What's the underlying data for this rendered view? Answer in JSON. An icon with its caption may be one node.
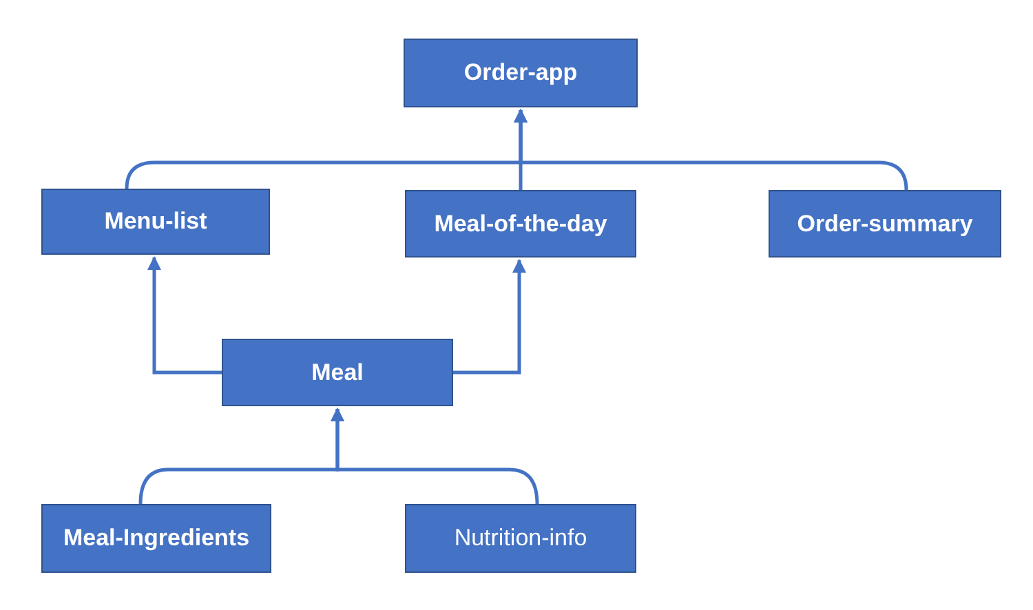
{
  "diagram": {
    "nodes": [
      {
        "text": [
          "Order-app"
        ]
      },
      {
        "text": [
          "Menu-list"
        ]
      },
      {
        "text": [
          "Meal-of-the-day"
        ]
      },
      {
        "text": [
          "Order-summary"
        ]
      },
      {
        "text": [
          "Meal"
        ]
      },
      {
        "text": [
          "Meal-Ingredients"
        ]
      },
      {
        "text": [
          "Nutrition-info"
        ]
      }
    ],
    "edges": [
      {
        "from": 1,
        "to": 0,
        "arrow": "to"
      },
      {
        "from": 2,
        "to": 0,
        "arrow": "to"
      },
      {
        "from": 3,
        "to": 0,
        "arrow": "to"
      },
      {
        "from": 4,
        "to": 1,
        "arrow": "to"
      },
      {
        "from": 4,
        "to": 2,
        "arrow": "to"
      },
      {
        "from": 5,
        "to": 4,
        "arrow": "to"
      },
      {
        "from": 6,
        "to": 4,
        "arrow": "to"
      }
    ]
  }
}
